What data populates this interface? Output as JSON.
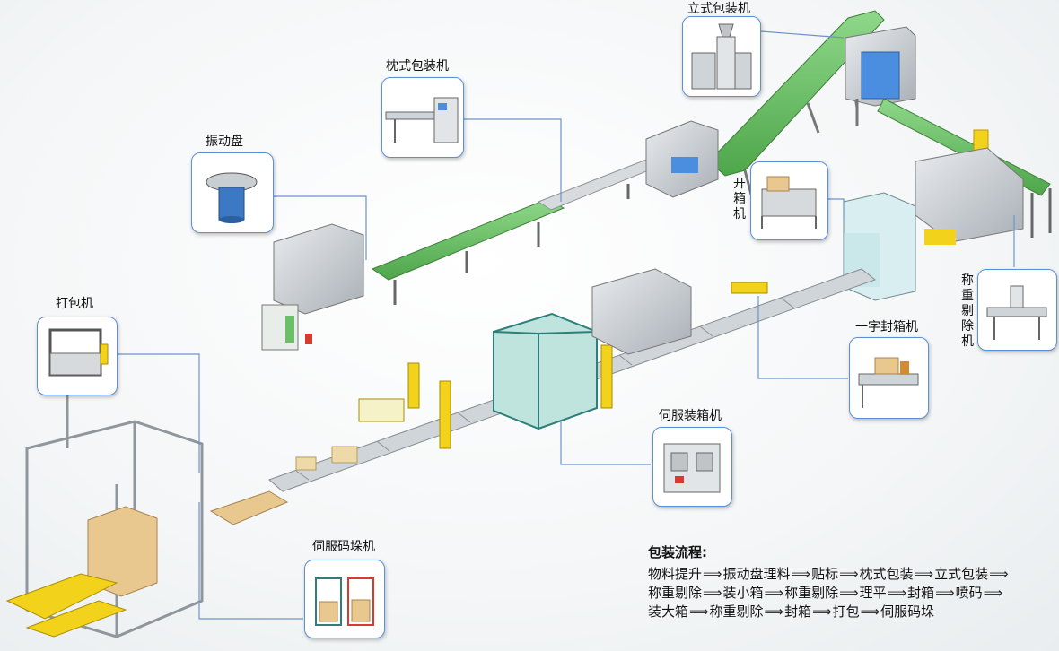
{
  "machines": {
    "vertical_packer": "立式包装机",
    "pillow_packer": "枕式包装机",
    "vibratory_bowl": "振动盘",
    "case_erector": "开箱机",
    "checkweigher": "称重剔除机",
    "strapping": "打包机",
    "tape_sealer": "一字封箱机",
    "servo_case_packer": "伺服装箱机",
    "servo_palletizer": "伺服码垛机"
  },
  "process": {
    "title": "包装流程:",
    "arrow_glyph": "⟹",
    "lines": [
      [
        "物料提升",
        "振动盘理料",
        "贴标",
        "枕式包装",
        "立式包装"
      ],
      [
        "称重剔除",
        "装小箱",
        "称重剔除",
        "理平",
        "封箱",
        "喷码"
      ],
      [
        "装大箱",
        "称重剔除",
        "封箱",
        "打包",
        "伺服码垛"
      ]
    ],
    "trailing_arrow_after": [
      true,
      true,
      false
    ]
  },
  "colors": {
    "callout_border": "#5b8fd6",
    "leader_line": "#6f93c9",
    "conveyor_green": "#6dbf67",
    "frame_gray": "#9aa1a6",
    "accent_yellow": "#f2d21b",
    "cabinet_teal": "#2c7f7a",
    "accent_red": "#d83a2c",
    "hopper_blue": "#3d78c4"
  }
}
